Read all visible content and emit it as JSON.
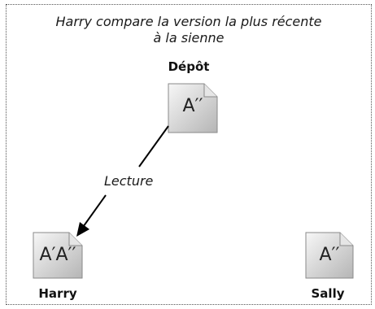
{
  "caption": {
    "line1": "Harry compare la version la plus récente",
    "line2": "à la sienne"
  },
  "nodes": {
    "depot": {
      "label": "Dépôt",
      "file": "A′′"
    },
    "harry": {
      "label": "Harry",
      "file": "A′A′′"
    },
    "sally": {
      "label": "Sally",
      "file": "A′′"
    }
  },
  "edge": {
    "label": "Lecture"
  },
  "colors": {
    "doc_fill_light": "#f4f4f4",
    "doc_fill_dark": "#b8b8b8",
    "doc_stroke": "#8a8a8a",
    "arrow": "#000000"
  }
}
